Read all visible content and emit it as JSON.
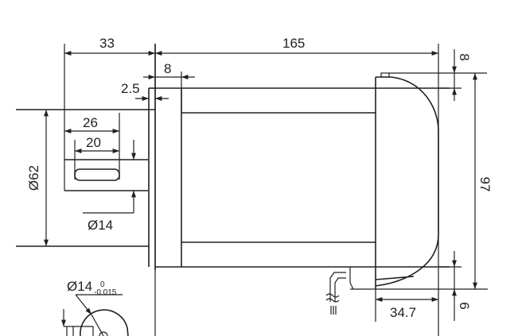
{
  "dimensions": {
    "shaft_length": "33",
    "body_length": "165",
    "flange_thickness": "8",
    "pilot_depth": "2.5",
    "keyway_outer": "26",
    "keyway_length": "20",
    "shaft_diameter": "Ø14",
    "pilot_diameter": "Ø62",
    "top_offset": "8",
    "height": "97",
    "bottom_offset": "6",
    "rear_cover_length": "34.7",
    "shaft_tolerance": {
      "nominal": "Ø14",
      "upper": "0",
      "lower": "-0.015"
    }
  }
}
